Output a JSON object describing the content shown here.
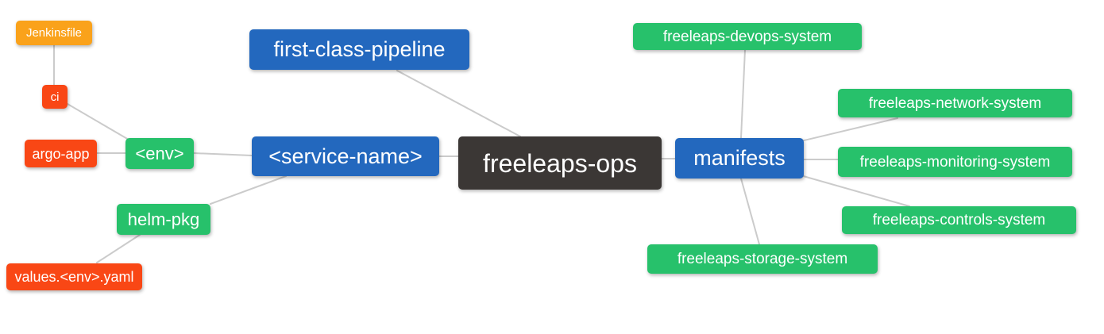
{
  "diagram": {
    "type": "mindmap",
    "root_label": "freeleaps-ops",
    "background_color": "#FFFFFF",
    "edge_color": "#CBCBCB",
    "text_color": "#FFFFFF",
    "palette": {
      "blue": "#2368BE",
      "green": "#27C16B",
      "red": "#F94715",
      "amber": "#FAA21B",
      "dark": "#3B3735"
    },
    "nodes": {
      "jenkinsfile": {
        "label": "Jenkinsfile",
        "color": "#FAA21B"
      },
      "ci": {
        "label": "ci",
        "color": "#F94715"
      },
      "argo_app": {
        "label": "argo-app",
        "color": "#F94715"
      },
      "env": {
        "label": "<env>",
        "color": "#27C16B"
      },
      "helm_pkg": {
        "label": "helm-pkg",
        "color": "#27C16B"
      },
      "values_env_yaml": {
        "label": "values.<env>.yaml",
        "color": "#F94715"
      },
      "first_class_pipeline": {
        "label": "first-class-pipeline",
        "color": "#2368BE"
      },
      "service_name": {
        "label": "<service-name>",
        "color": "#2368BE"
      },
      "freeleaps_ops": {
        "label": "freeleaps-ops",
        "color": "#3B3735"
      },
      "manifests": {
        "label": "manifests",
        "color": "#2368BE"
      },
      "devops_system": {
        "label": "freeleaps-devops-system",
        "color": "#27C16B"
      },
      "network_system": {
        "label": "freeleaps-network-system",
        "color": "#27C16B"
      },
      "monitoring_system": {
        "label": "freeleaps-monitoring-system",
        "color": "#27C16B"
      },
      "controls_system": {
        "label": "freeleaps-controls-system",
        "color": "#27C16B"
      },
      "storage_system": {
        "label": "freeleaps-storage-system",
        "color": "#27C16B"
      }
    },
    "edges": [
      {
        "from": "jenkinsfile",
        "to": "ci"
      },
      {
        "from": "ci",
        "to": "env"
      },
      {
        "from": "argo_app",
        "to": "env"
      },
      {
        "from": "env",
        "to": "service_name"
      },
      {
        "from": "helm_pkg",
        "to": "service_name"
      },
      {
        "from": "values_env_yaml",
        "to": "helm_pkg"
      },
      {
        "from": "first_class_pipeline",
        "to": "freeleaps_ops"
      },
      {
        "from": "service_name",
        "to": "freeleaps_ops"
      },
      {
        "from": "freeleaps_ops",
        "to": "manifests"
      },
      {
        "from": "manifests",
        "to": "devops_system"
      },
      {
        "from": "manifests",
        "to": "network_system"
      },
      {
        "from": "manifests",
        "to": "monitoring_system"
      },
      {
        "from": "manifests",
        "to": "controls_system"
      },
      {
        "from": "manifests",
        "to": "storage_system"
      }
    ]
  }
}
